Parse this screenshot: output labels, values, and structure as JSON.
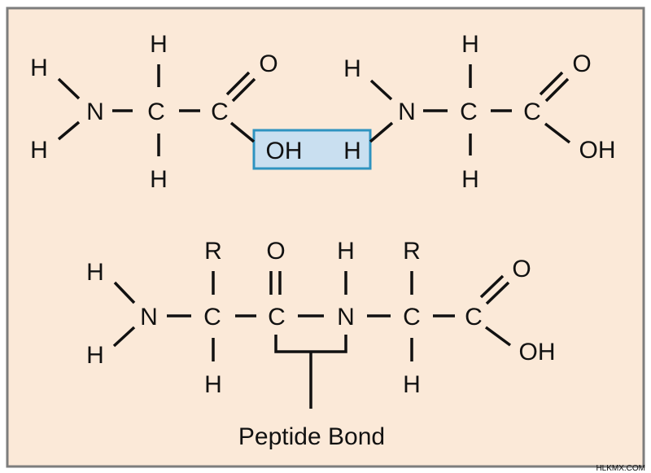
{
  "colors": {
    "panel_background": "#fbe9d8",
    "panel_border": "#7d7d7d",
    "highlight_fill": "#c9dff0",
    "highlight_border": "#2e93c0",
    "bond": "#111111"
  },
  "molecule1": {
    "amino_h_top": "H",
    "amino_h_bottom": "H",
    "amino_n": "N",
    "alpha_h_top": "H",
    "alpha_c": "C",
    "alpha_h_bottom": "H",
    "carbonyl_c": "C",
    "carbonyl_o": "O"
  },
  "molecule2": {
    "amino_h_top": "H",
    "amino_n": "N",
    "alpha_h_top": "H",
    "alpha_c": "C",
    "alpha_h_bottom": "H",
    "carboxyl_c": "C",
    "carboxyl_o": "O",
    "carboxyl_oh": "OH"
  },
  "condensation_box": {
    "hydroxyl": "OH",
    "hydrogen": "H"
  },
  "dipeptide": {
    "amino_h_top": "H",
    "amino_h_bottom": "H",
    "amino_n": "N",
    "alpha1_r": "R",
    "alpha1_c": "C",
    "alpha1_h": "H",
    "carbonyl_o": "O",
    "carbonyl_c": "C",
    "amide_h": "H",
    "amide_n": "N",
    "alpha2_r": "R",
    "alpha2_c": "C",
    "alpha2_h": "H",
    "carboxyl_c": "C",
    "carboxyl_o": "O",
    "carboxyl_oh": "OH"
  },
  "bond_label": "Peptide Bond",
  "credit": "HLKMX.COM"
}
